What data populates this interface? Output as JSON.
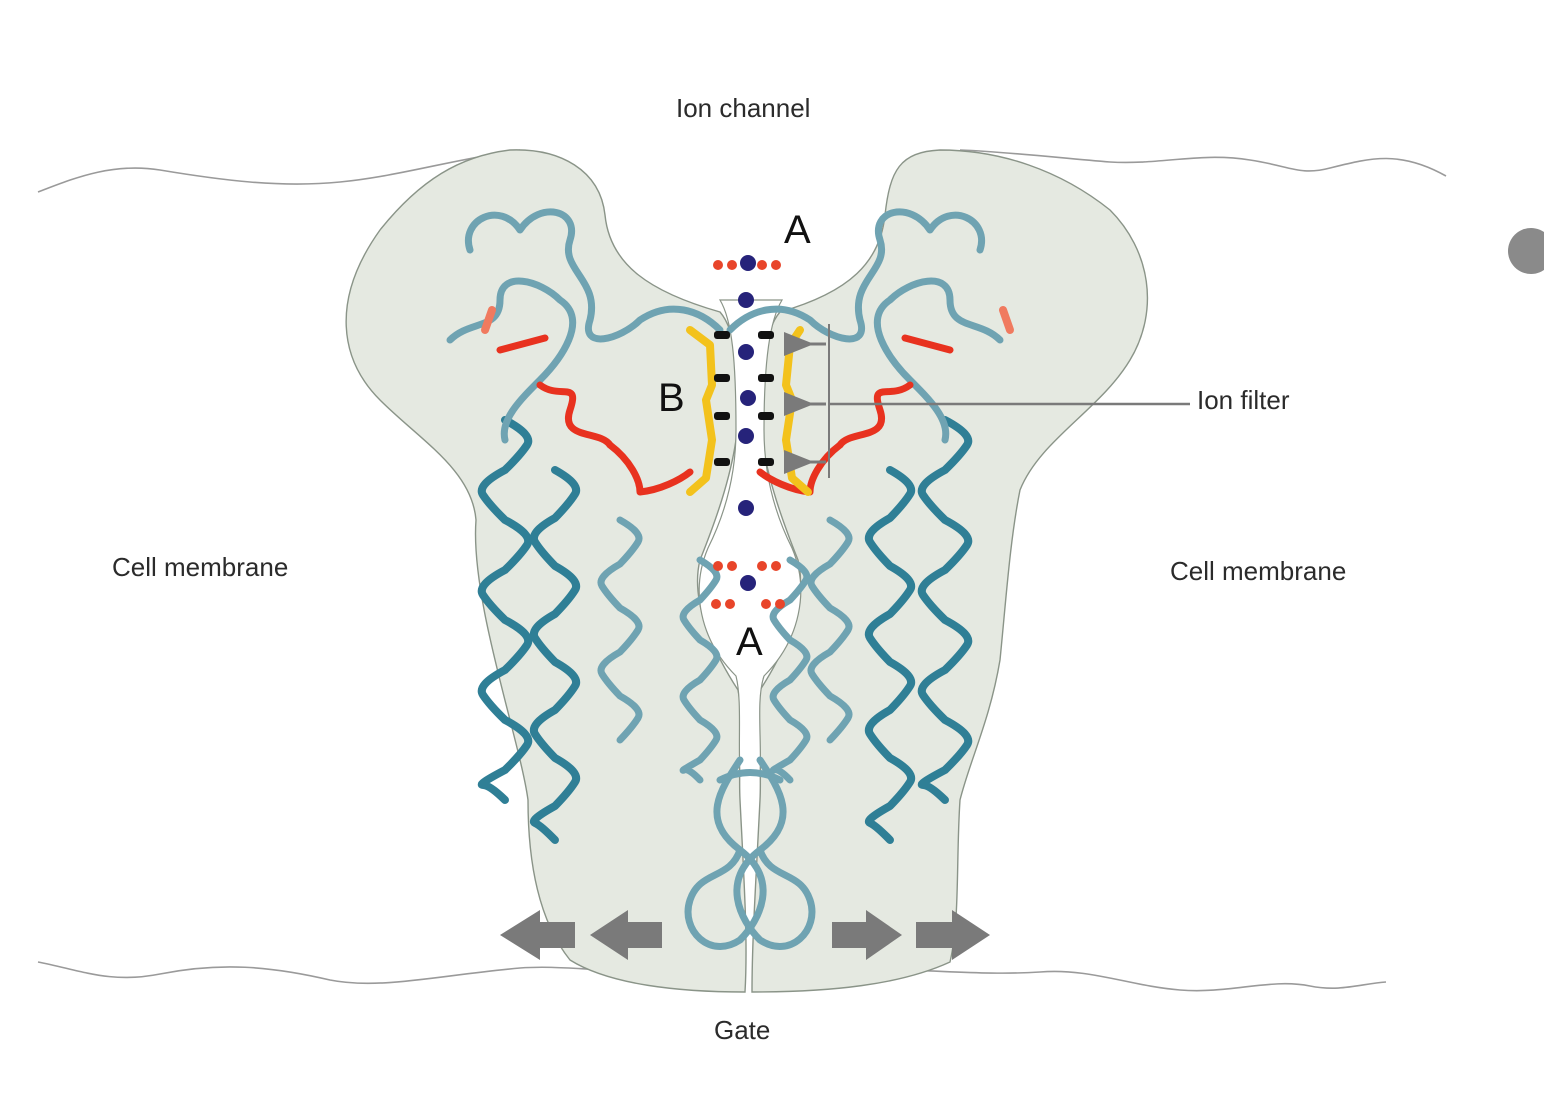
{
  "labels": {
    "ion_channel": "Ion channel",
    "ion_filter": "Ion filter",
    "cell_membrane_left": "Cell membrane",
    "cell_membrane_right": "Cell membrane",
    "gate": "Gate",
    "site_a_top": "A",
    "site_a_bottom": "A",
    "site_b": "B"
  },
  "colors": {
    "protein_fill": "#e5e9e1",
    "helix": "#2f7f96",
    "helix_light": "#6fa3b2",
    "filter_loop": "#e8321f",
    "filter_loop_light": "#f07a5f",
    "selectivity": "#f3c21c",
    "ion": "#26237a",
    "water": "#e8452a",
    "arrow": "#7a7a7a",
    "membrane_line": "#9a9a9a"
  },
  "icons": {
    "page_marker": "circle-icon"
  }
}
